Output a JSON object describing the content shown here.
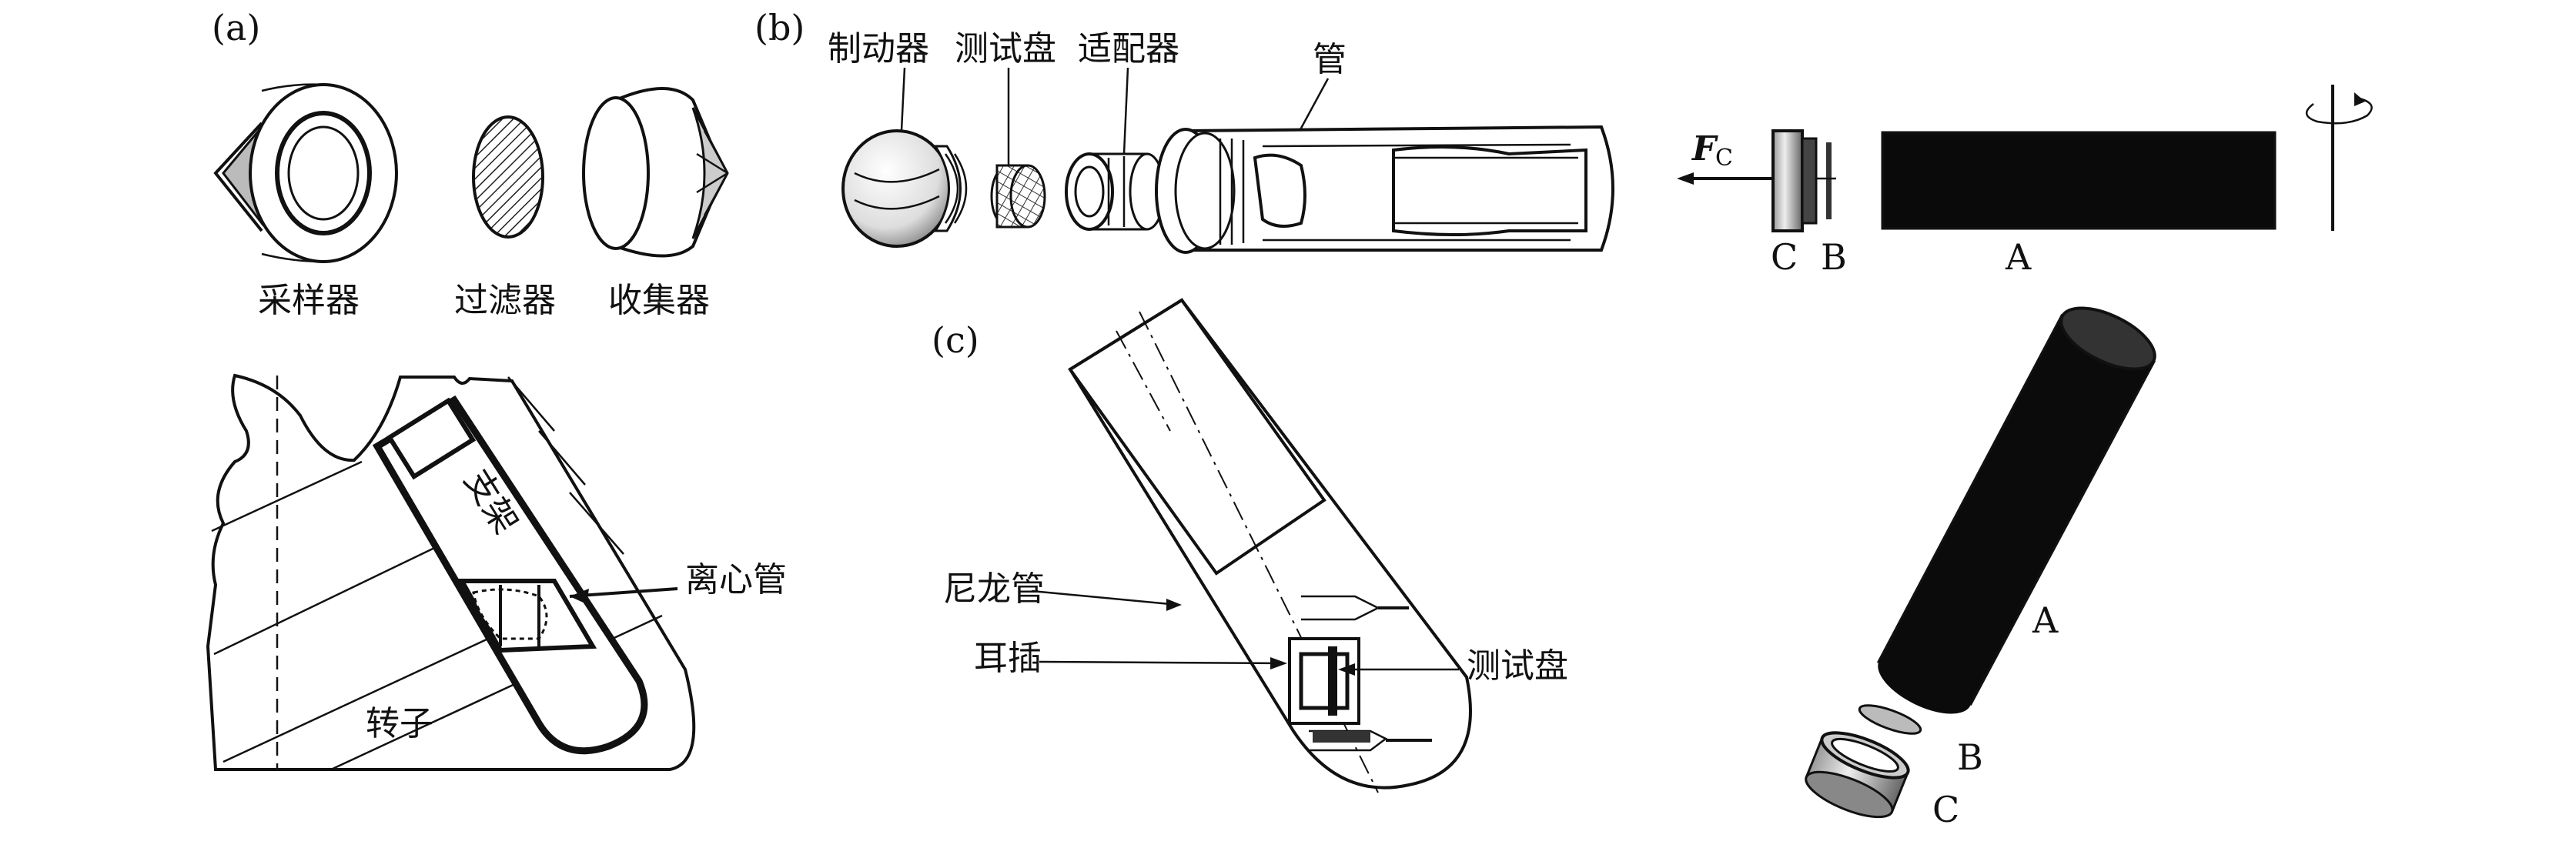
{
  "panels": {
    "a": {
      "tag": "(a)",
      "parts": [
        "采样器",
        "过滤器",
        "收集器"
      ],
      "rotor_labels": {
        "bracket": "支架",
        "tube": "离心管",
        "rotor": "转子"
      }
    },
    "b": {
      "tag": "(b)",
      "parts": [
        "制动器",
        "测试盘",
        "适配器",
        "管"
      ],
      "right": {
        "force_symbol": "F",
        "force_sub": "C",
        "labels": [
          "C",
          "B",
          "A"
        ]
      }
    },
    "c": {
      "tag": "(c)",
      "labels": [
        "尼龙管",
        "耳插",
        "测试盘"
      ],
      "right_labels": [
        "A",
        "B",
        "C"
      ]
    }
  }
}
